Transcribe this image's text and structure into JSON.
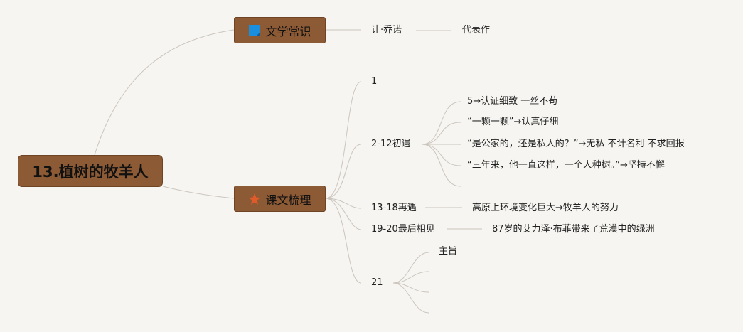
{
  "root": {
    "label": "13.植树的牧羊人"
  },
  "sections": [
    {
      "label": "文学常识",
      "icon": "blue-flag-icon",
      "icon_color": "#1a8fe0"
    },
    {
      "label": "课文梳理",
      "icon": "orange-star-icon",
      "icon_color": "#e05a2a"
    }
  ],
  "literature": {
    "author": "让·乔诺",
    "works": "代表作"
  },
  "text_outline": {
    "para1": "1",
    "para2": {
      "label": "2-12初遇",
      "items": [
        "5→认证细致 一丝不苟",
        "“一颗一颗”→认真仔细",
        "“是公家的，还是私人的？”→无私 不计名利 不求回报",
        "“三年来，他一直这样，一个人种树。”→坚持不懈",
        ""
      ]
    },
    "para3": {
      "label": "13-18再遇",
      "detail": "高原上环境变化巨大→牧羊人的努力"
    },
    "para4": {
      "label": "19-20最后相见",
      "detail": "87岁的艾力泽·布菲带来了荒漠中的绿洲"
    },
    "para5": {
      "label": "21",
      "items": [
        "主旨",
        "",
        "",
        ""
      ]
    }
  },
  "colors": {
    "background": "#f6f5f1",
    "node_fill": "#8c5a34",
    "line": "#c9c3bb"
  }
}
